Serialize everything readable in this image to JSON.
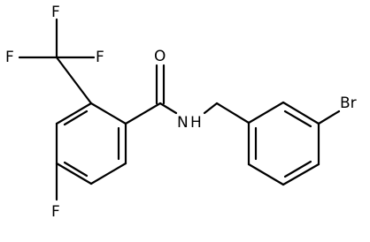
{
  "molecule": {
    "atoms": [
      {
        "id": "F1",
        "label": "F"
      },
      {
        "id": "F2",
        "label": "F"
      },
      {
        "id": "F3",
        "label": "F"
      },
      {
        "id": "O",
        "label": "O"
      },
      {
        "id": "N",
        "label": "N"
      },
      {
        "id": "H",
        "label": "H"
      },
      {
        "id": "Br",
        "label": "Br"
      },
      {
        "id": "F4",
        "label": "F"
      }
    ]
  }
}
